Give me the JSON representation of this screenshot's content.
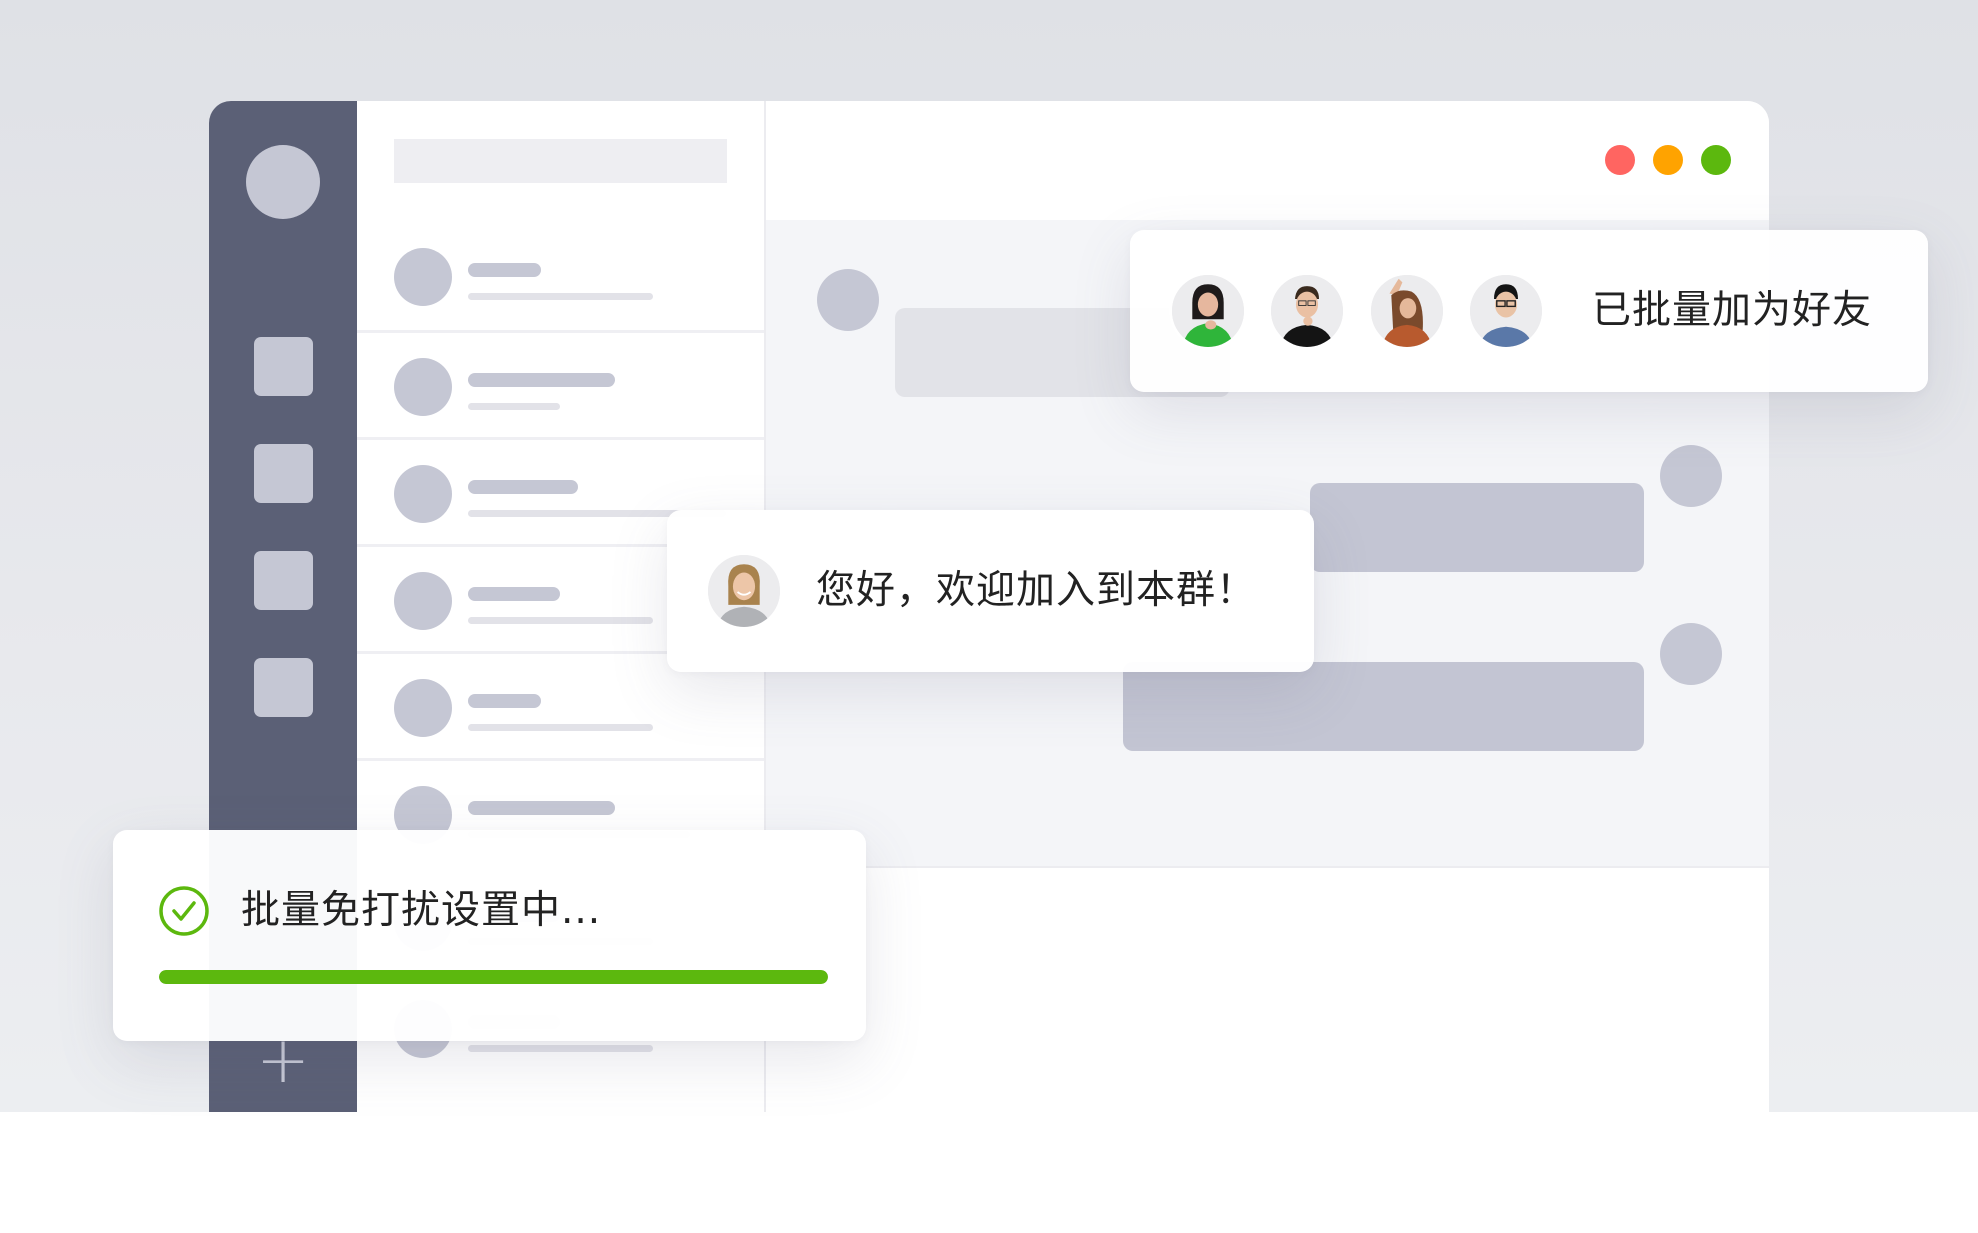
{
  "window": {
    "traffic_lights": [
      {
        "name": "close",
        "color": "#ff6561"
      },
      {
        "name": "minimize",
        "color": "#ffa300"
      },
      {
        "name": "maximize",
        "color": "#5cb80e"
      }
    ]
  },
  "sidebar": {
    "color": "#5b6076",
    "nav_items": 4,
    "add_label": "+"
  },
  "list": {
    "rows": [
      {
        "title_w": 73,
        "sub_w": 185
      },
      {
        "title_w": 147,
        "sub_w": 92
      },
      {
        "title_w": 110,
        "sub_w": 258
      },
      {
        "title_w": 92,
        "sub_w": 185
      },
      {
        "title_w": 73,
        "sub_w": 185
      },
      {
        "title_w": 147,
        "sub_w": 222
      },
      {
        "title_w": 92,
        "sub_w": 185
      },
      {
        "title_w": 92,
        "sub_w": 185
      }
    ]
  },
  "notifications": {
    "friends": {
      "text": "已批量加为好友",
      "avatars": [
        "woman-green-top",
        "man-black-shirt",
        "woman-orange-top",
        "man-blue-shirt-glasses"
      ]
    },
    "welcome": {
      "text": "您好，欢迎加入到本群！",
      "avatar": "woman-grey-top"
    },
    "dnd": {
      "text": "批量免打扰设置中...",
      "progress_percent": 100,
      "accent": "#5cb80e"
    }
  }
}
